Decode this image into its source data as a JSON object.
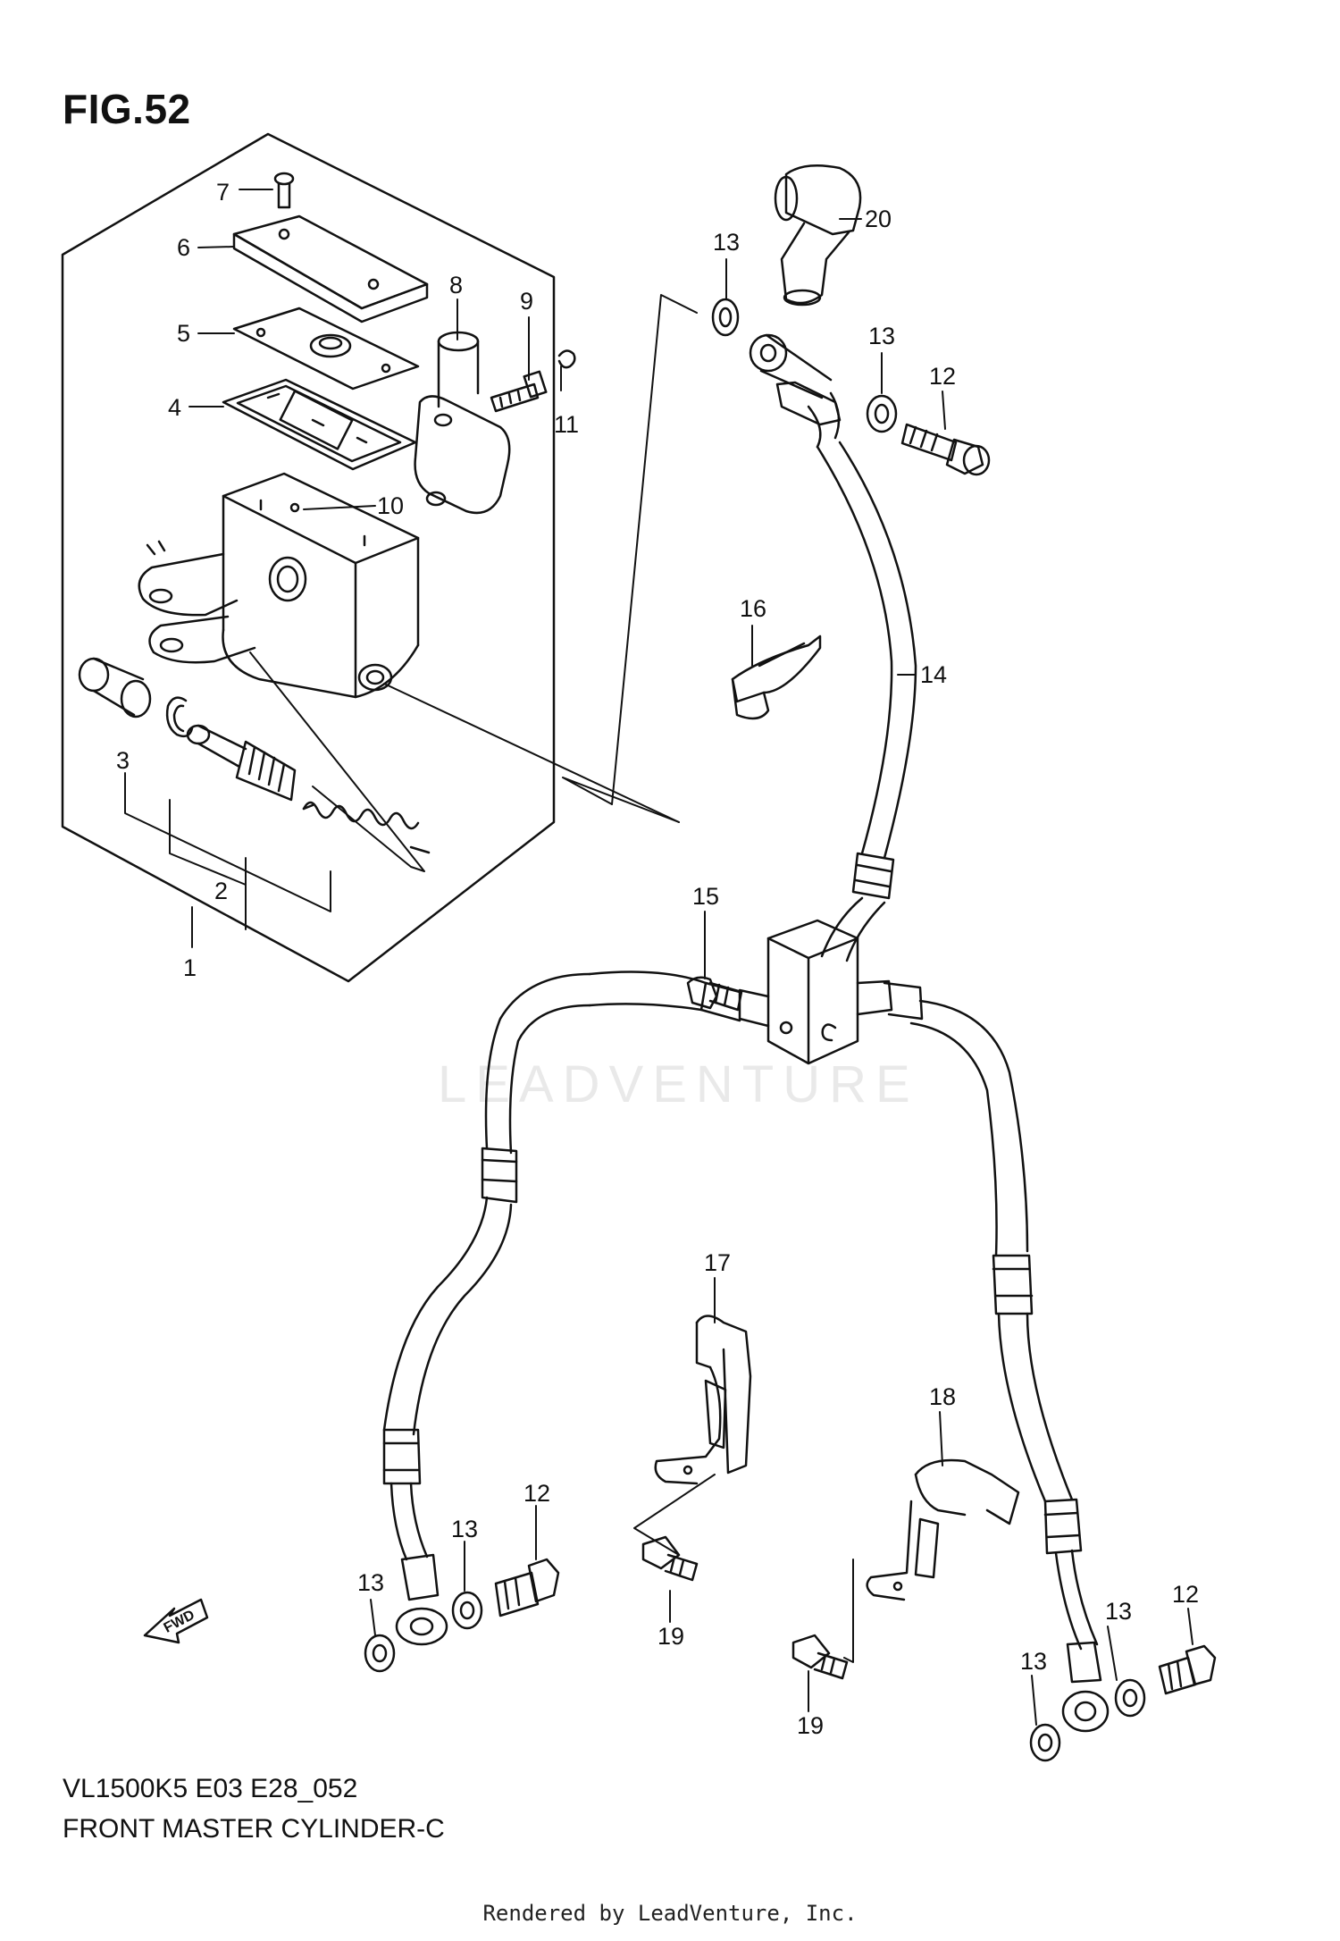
{
  "figure": {
    "number": "FIG.52"
  },
  "footer": {
    "model_code": "VL1500K5  E03  E28_052",
    "title": "FRONT MASTER CYLINDER-C",
    "credit": "Rendered by LeadVenture, Inc."
  },
  "watermark": {
    "text": "LEADVENTURE"
  },
  "fwd_label": "FWD",
  "callouts": {
    "c1": "1",
    "c2": "2",
    "c3": "3",
    "c4": "4",
    "c5": "5",
    "c6": "6",
    "c7": "7",
    "c8": "8",
    "c9": "9",
    "c10": "10",
    "c11": "11",
    "c12a": "12",
    "c12b": "12",
    "c12c": "12",
    "c13a": "13",
    "c13b": "13",
    "c13c": "13",
    "c13d": "13",
    "c13e": "13",
    "c13f": "13",
    "c14": "14",
    "c15": "15",
    "c16": "16",
    "c17": "17",
    "c18": "18",
    "c19a": "19",
    "c19b": "19",
    "c20": "20"
  }
}
